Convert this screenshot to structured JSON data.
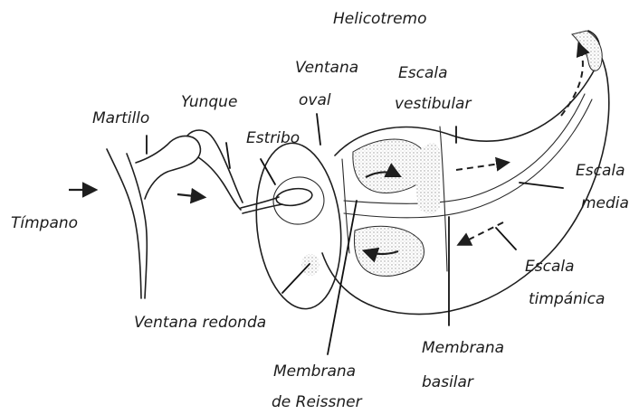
{
  "labels": {
    "helicotremo": "Helicotremo",
    "ventana_oval_1": "Ventana",
    "ventana_oval_2": "oval",
    "escala_vestibular_1": "Escala",
    "escala_vestibular_2": "vestibular",
    "martillo": "Martillo",
    "yunque": "Yunque",
    "estribo": "Estribo",
    "escala_media_1": "Escala",
    "escala_media_2": "media",
    "timpano": "Tímpano",
    "escala_timpanica_1": "Escala",
    "escala_timpanica_2": "timpánica",
    "ventana_redonda": "Ventana redonda",
    "membrana_basilar_1": "Membrana",
    "membrana_basilar_2": "basilar",
    "membrana_reissner_1": "Membrana",
    "membrana_reissner_2": "de Reissner"
  },
  "colors": {
    "ink": "#1e1e1e",
    "shading": "#c9c9c9",
    "background": "#ffffff"
  }
}
